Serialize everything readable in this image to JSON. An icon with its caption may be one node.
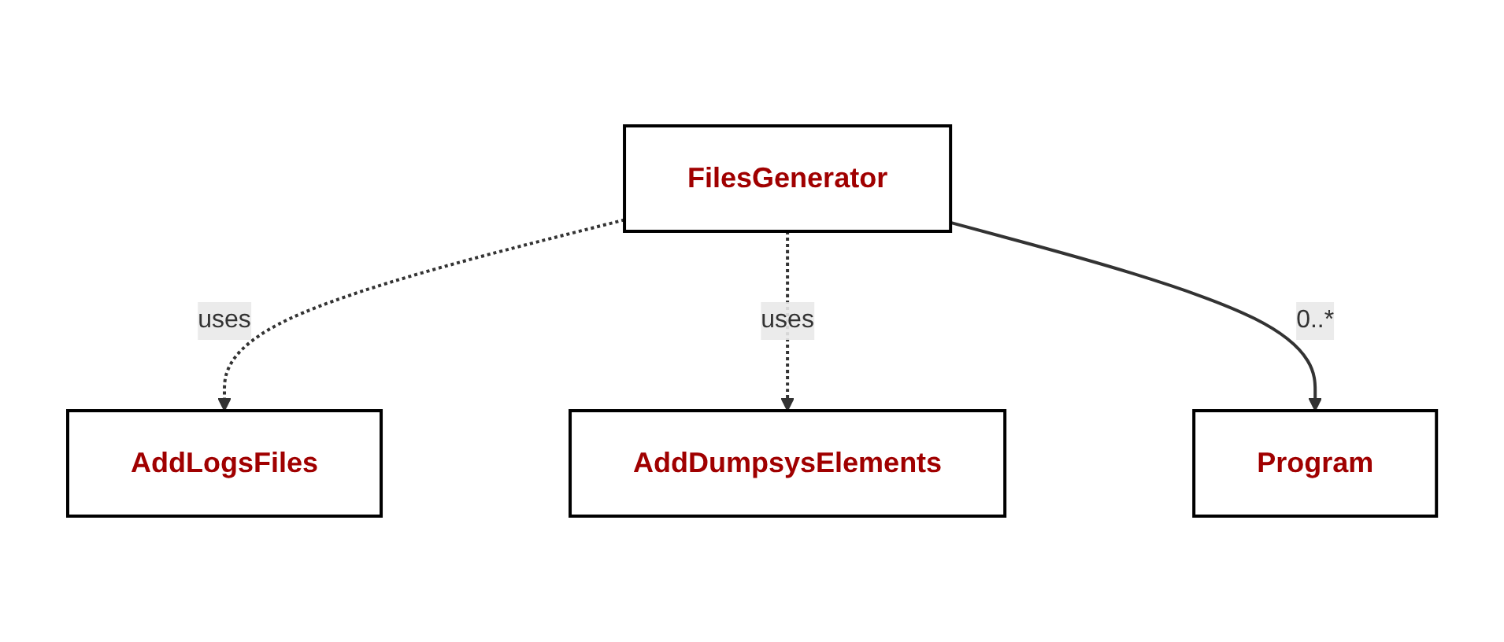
{
  "diagram": {
    "nodes": [
      {
        "text": [
          "AddLogsFiles"
        ]
      },
      {
        "text": [
          "FilesGenerator"
        ]
      },
      {
        "text": [
          "AddDumpsysElements"
        ]
      },
      {
        "text": [
          "Program"
        ]
      }
    ],
    "edges": [
      {
        "from": 1,
        "to": 0,
        "arrow": "to",
        "label": "uses",
        "style": "dashed"
      },
      {
        "from": 1,
        "to": 2,
        "arrow": "to",
        "label": "uses",
        "style": "dashed"
      },
      {
        "from": 1,
        "to": 3,
        "arrow": "to",
        "label": "0..*"
      }
    ]
  }
}
